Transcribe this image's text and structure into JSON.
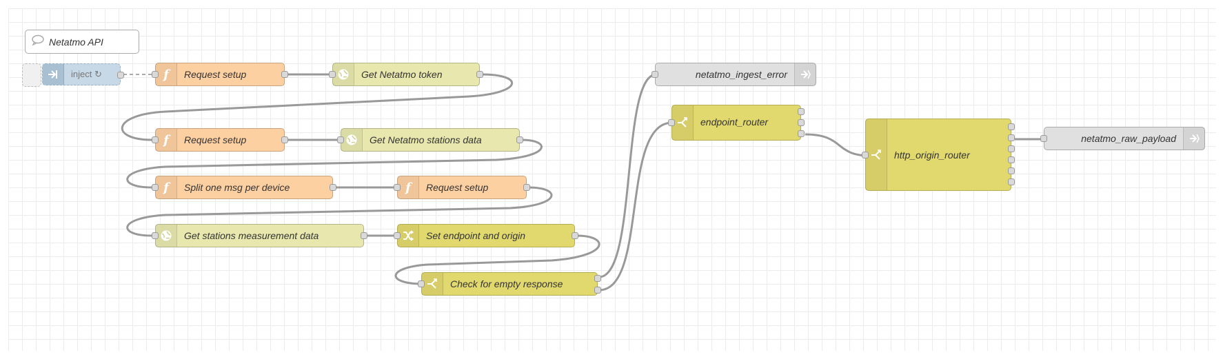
{
  "comment": {
    "label": "Netatmo API"
  },
  "nodes": {
    "inject": {
      "label": "inject ↻"
    },
    "request_setup_1": {
      "label": "Request setup"
    },
    "get_token": {
      "label": "Get Netatmo token"
    },
    "request_setup_2": {
      "label": "Request setup"
    },
    "get_stations": {
      "label": "Get Netatmo stations data"
    },
    "split": {
      "label": "Split one msg per device"
    },
    "request_setup_3": {
      "label": "Request setup"
    },
    "get_measurement": {
      "label": "Get stations measurement data"
    },
    "set_endpoint": {
      "label": "Set endpoint and origin"
    },
    "check_empty": {
      "label": "Check for empty response"
    },
    "ingest_error": {
      "label": "netatmo_ingest_error"
    },
    "endpoint_router": {
      "label": "endpoint_router"
    },
    "http_origin_router": {
      "label": "http_origin_router"
    },
    "raw_payload": {
      "label": "netatmo_raw_payload"
    }
  },
  "icons": {
    "function": "function-icon",
    "http": "globe-icon",
    "switch": "switch-icon",
    "change": "change-icon",
    "link_out": "link-out-icon",
    "inject": "inject-arrow-icon",
    "comment": "comment-bubble-icon"
  },
  "colors": {
    "function": "#fdd0a2",
    "http": "#e7e7ae",
    "switch": "#e2d96e",
    "link_out": "#e0e0e0",
    "inject": "#c7d8e6",
    "wire": "#999999"
  }
}
